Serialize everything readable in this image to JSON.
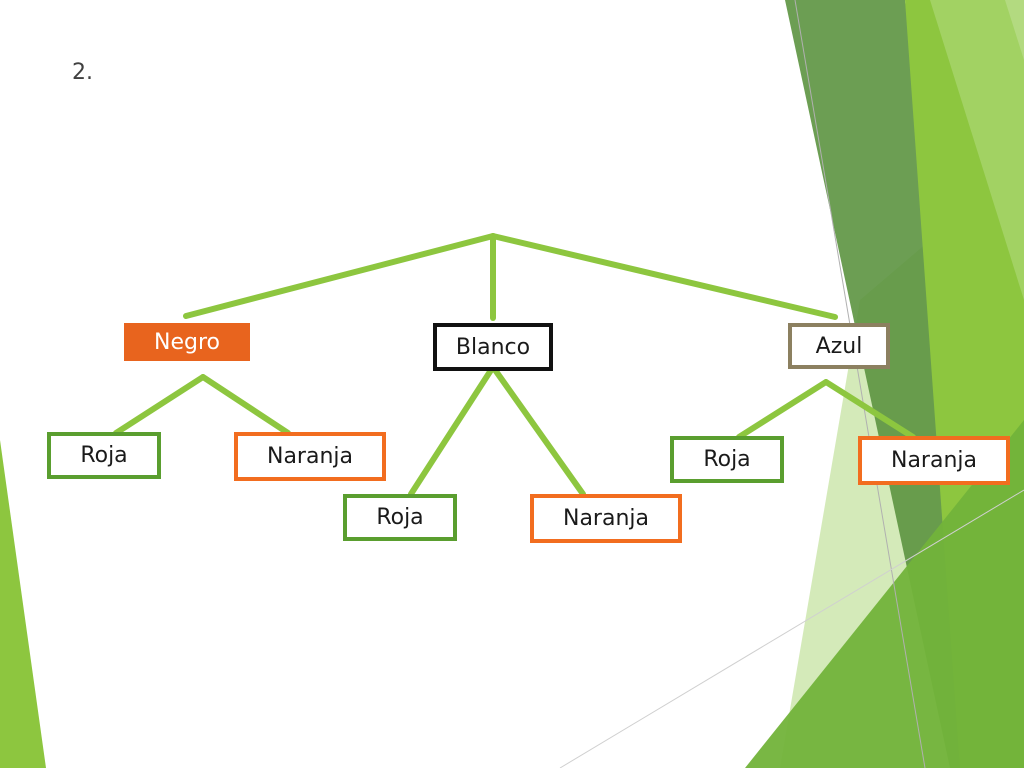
{
  "slide": {
    "number_label": "2."
  },
  "colors": {
    "connector": "#8dc63f",
    "green_border": "#5a9e2f",
    "orange_border": "#f26d1f",
    "black_border": "#111111",
    "olive_border": "#8c8060",
    "negro_fill": "#e8641e",
    "deco_dark_green": "#5c9440",
    "deco_light_green": "#8dc63f",
    "deco_pale_green": "#c6e3a2"
  },
  "tree": {
    "root": {
      "children": [
        {
          "label": "Negro",
          "style": "filled-orange",
          "children": [
            {
              "label": "Roja",
              "style": "green"
            },
            {
              "label": "Naranja",
              "style": "orange"
            }
          ]
        },
        {
          "label": "Blanco",
          "style": "black",
          "children": [
            {
              "label": "Roja",
              "style": "green"
            },
            {
              "label": "Naranja",
              "style": "orange"
            }
          ]
        },
        {
          "label": "Azul",
          "style": "olive",
          "children": [
            {
              "label": "Roja",
              "style": "green"
            },
            {
              "label": "Naranja",
              "style": "orange"
            }
          ]
        }
      ]
    }
  }
}
